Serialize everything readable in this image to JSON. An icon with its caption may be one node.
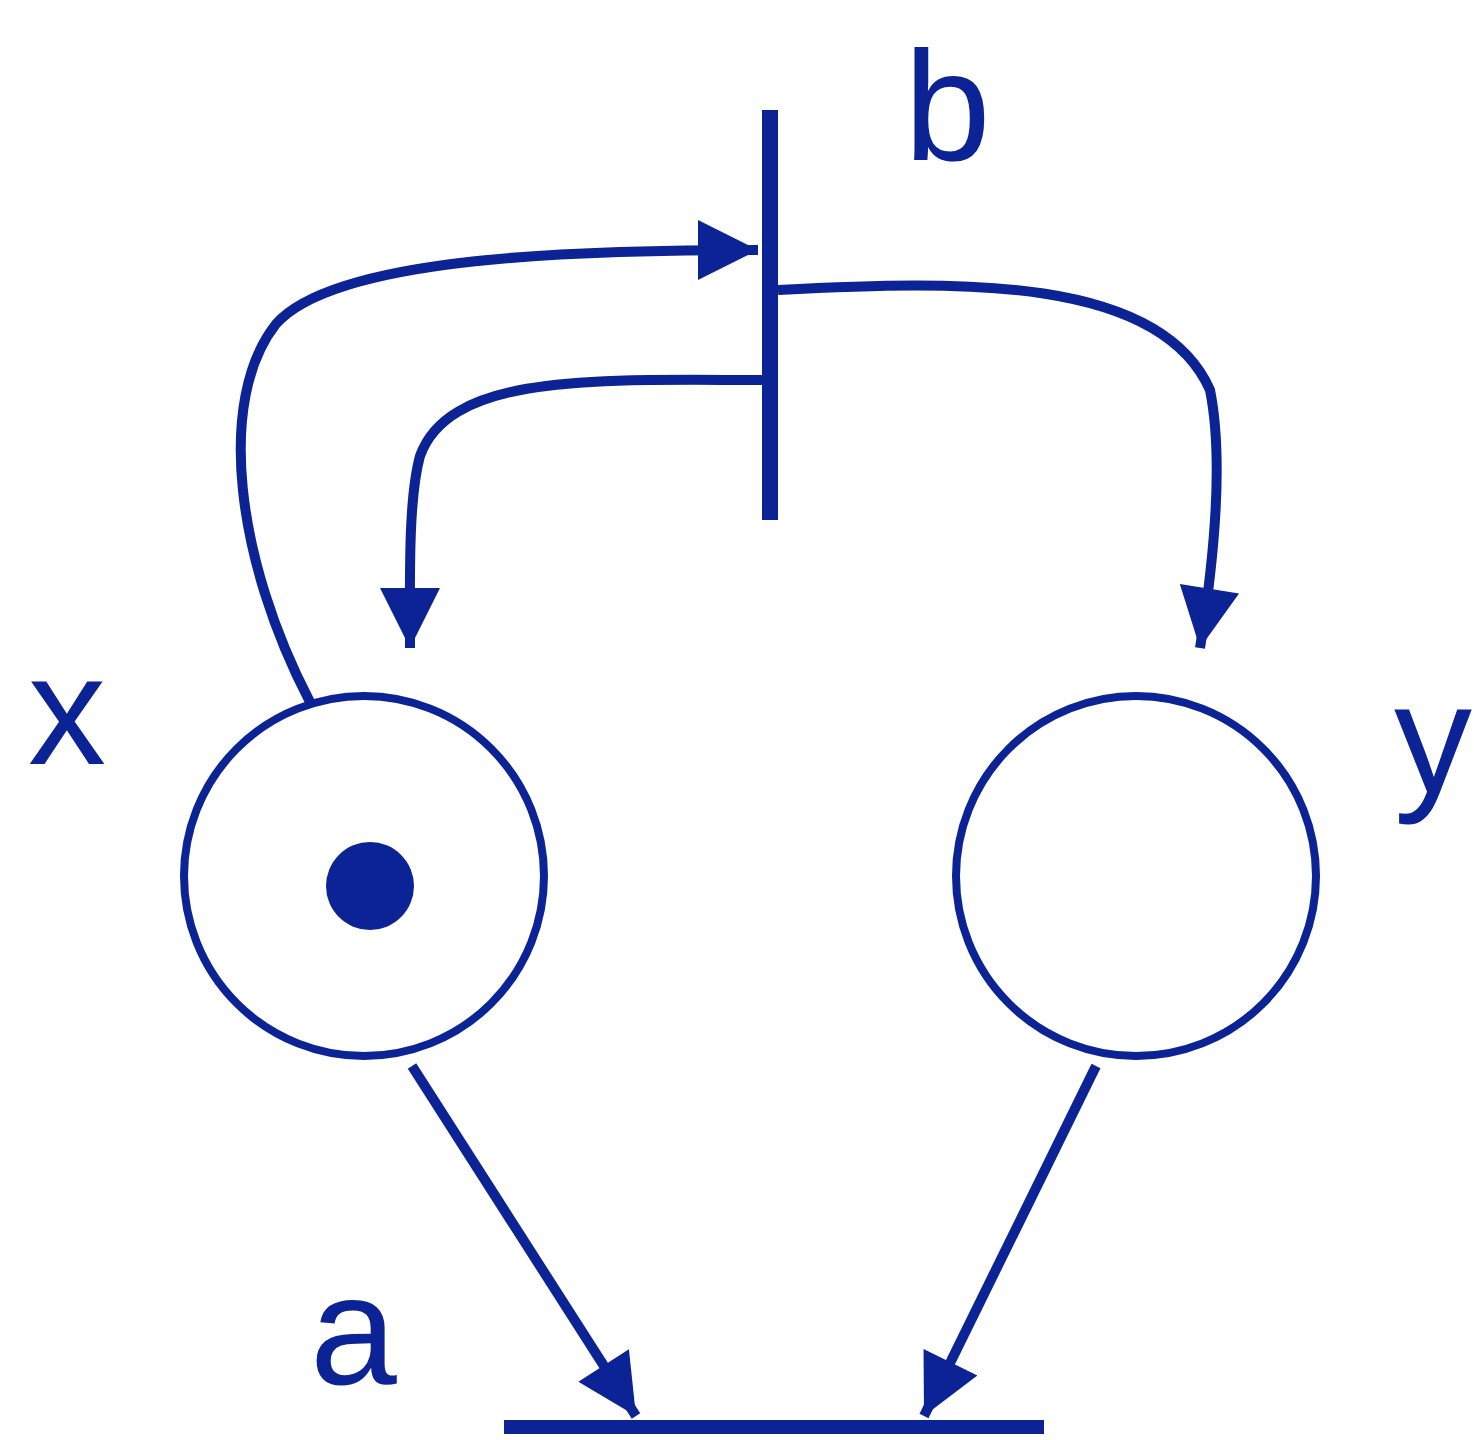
{
  "diagram": {
    "nodes": [
      {
        "text": [],
        "shape": "bar",
        "beside": [
          "b"
        ]
      },
      {
        "text": [],
        "shape": "circle",
        "beside": [
          "x"
        ]
      },
      {
        "text": [],
        "shape": "circle",
        "in": 1
      },
      {
        "text": [],
        "shape": "circle",
        "beside": [
          "y"
        ]
      },
      {
        "text": [],
        "shape": "bar",
        "beside": [
          "a"
        ]
      }
    ],
    "edges": [
      {
        "from": 1,
        "to": 0,
        "arrow": "to"
      },
      {
        "from": 0,
        "to": 1,
        "arrow": "to"
      },
      {
        "from": 0,
        "to": 3,
        "arrow": "to"
      },
      {
        "from": 1,
        "to": 4,
        "arrow": "to"
      },
      {
        "from": 3,
        "to": 4,
        "arrow": "to"
      }
    ]
  }
}
